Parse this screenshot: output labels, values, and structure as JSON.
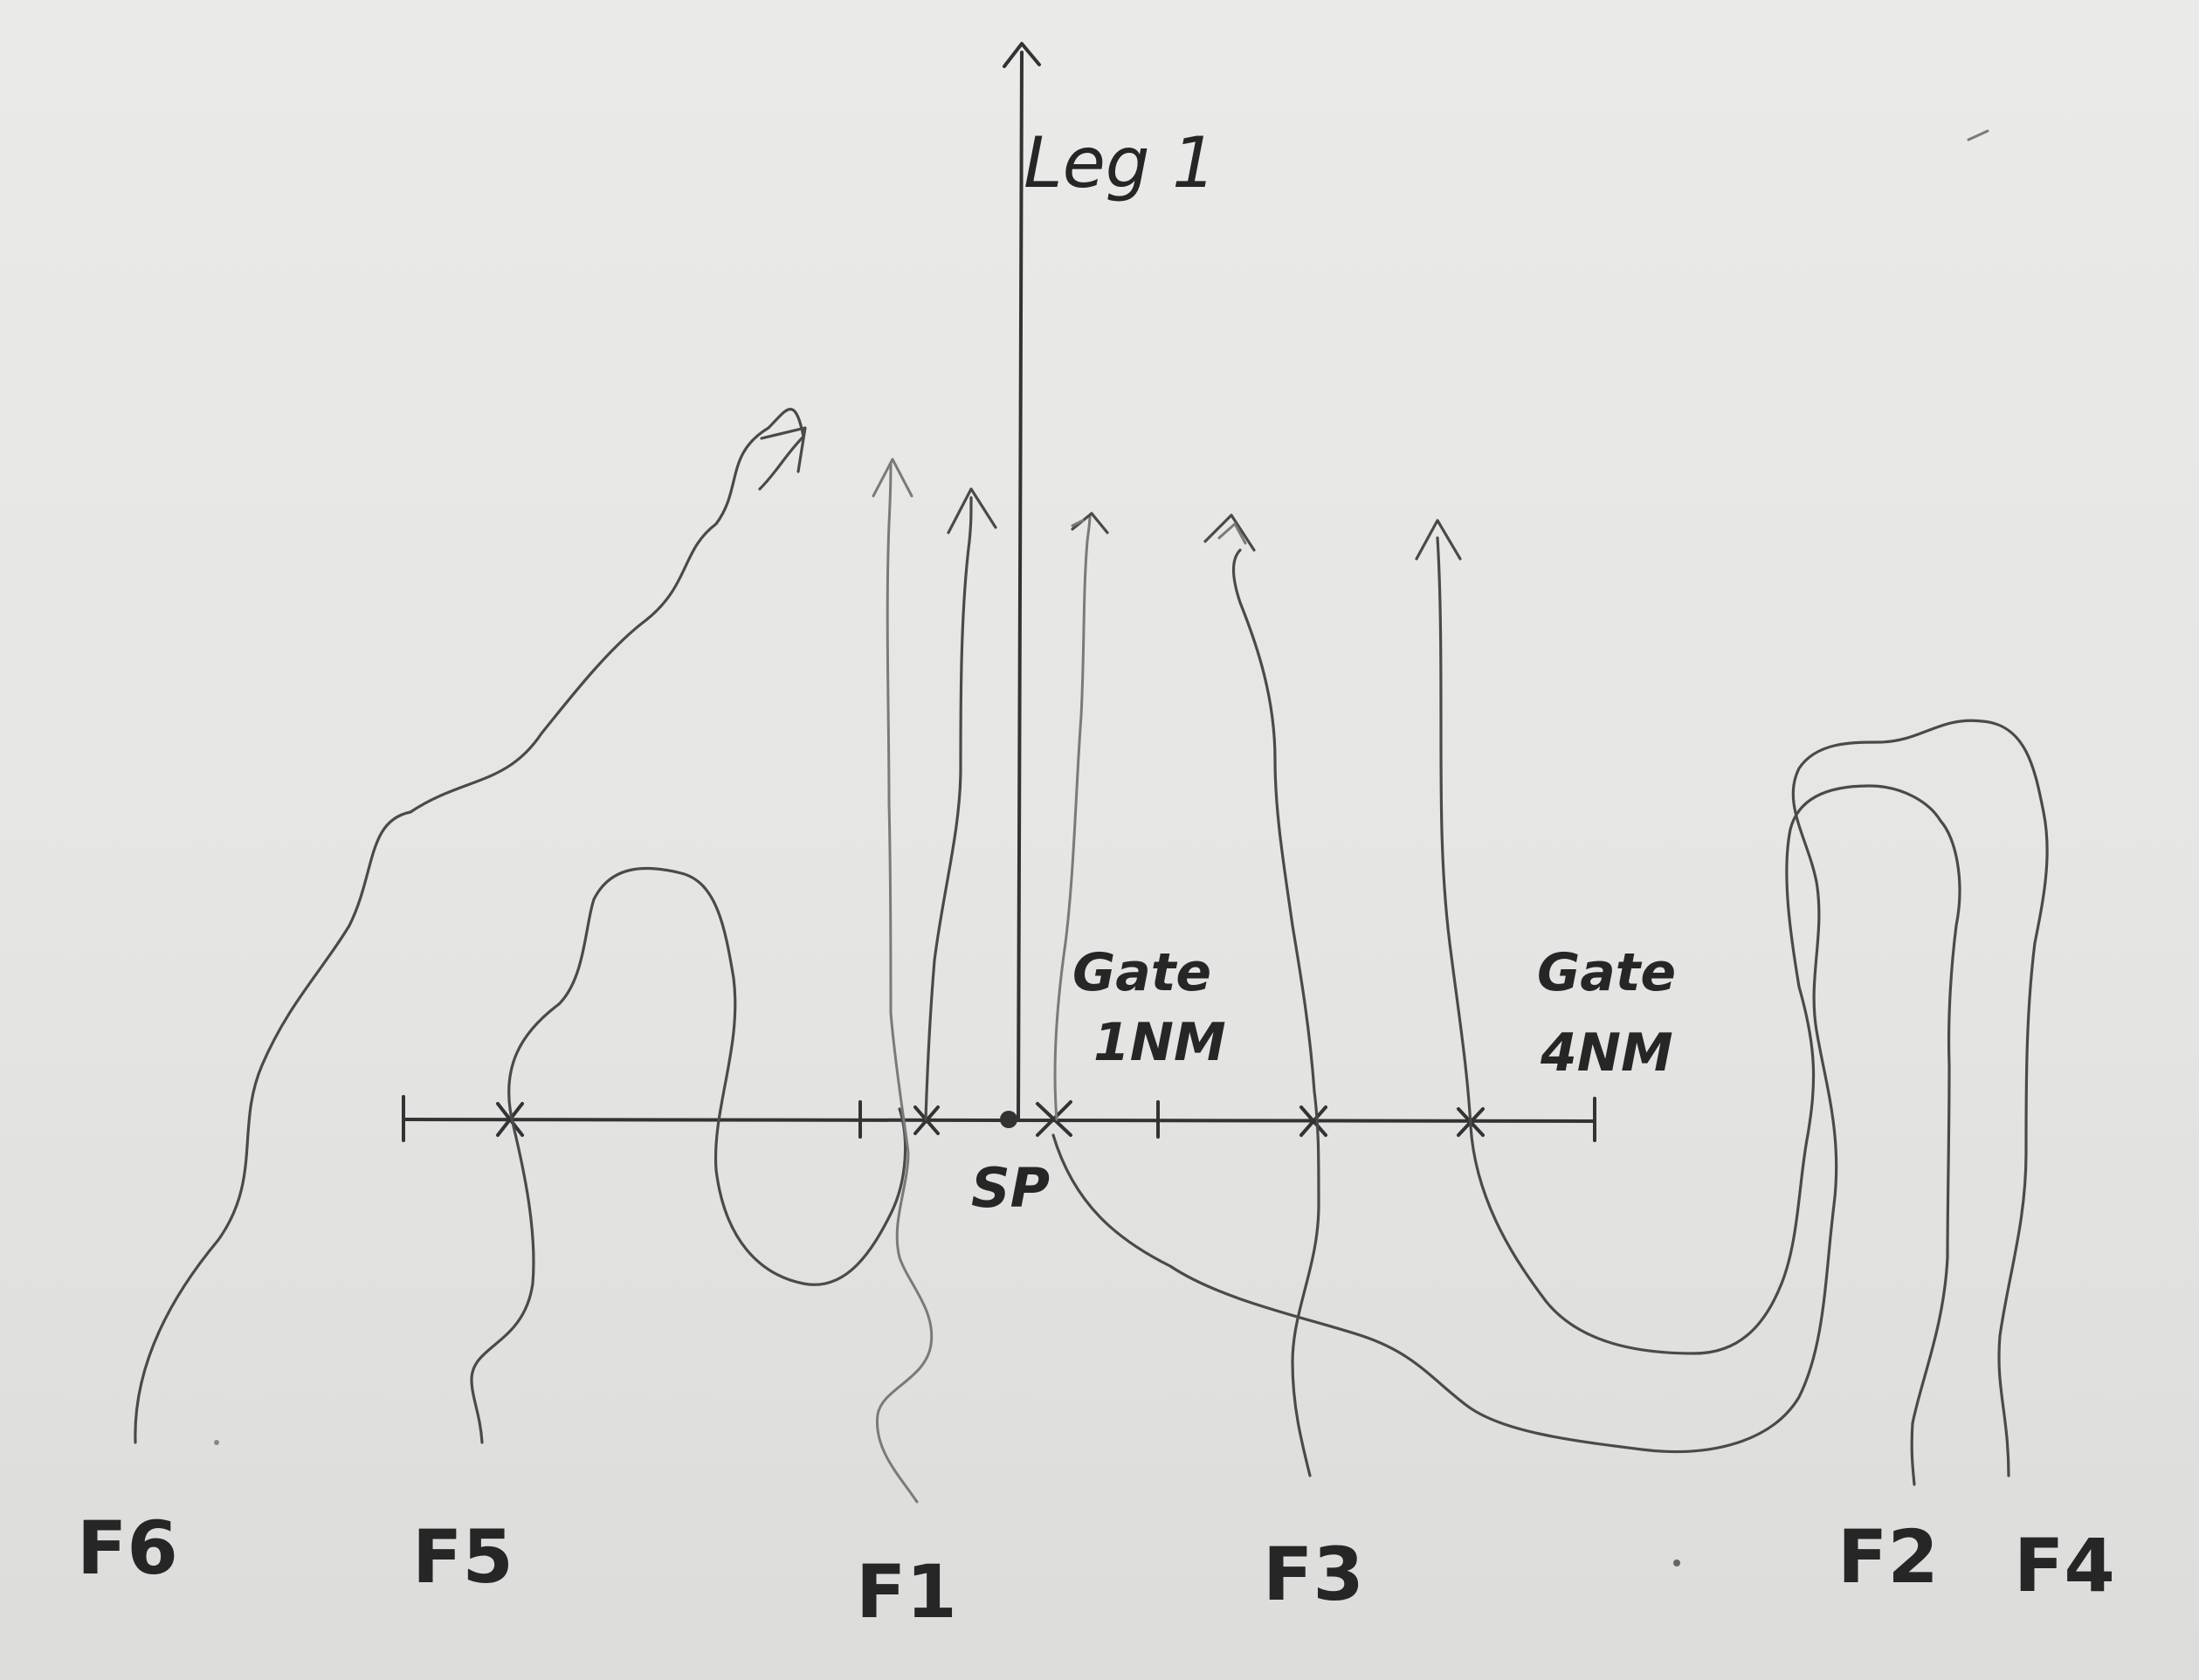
{
  "diagram": {
    "leg_label": "Leg 1",
    "start_point_label": "SP",
    "gates": [
      {
        "line1": "Gate",
        "line2": "1NM"
      },
      {
        "line1": "Gate",
        "line2": "4NM"
      }
    ],
    "flights": [
      "F6",
      "F5",
      "F1",
      "F3",
      "F2",
      "F4"
    ]
  }
}
